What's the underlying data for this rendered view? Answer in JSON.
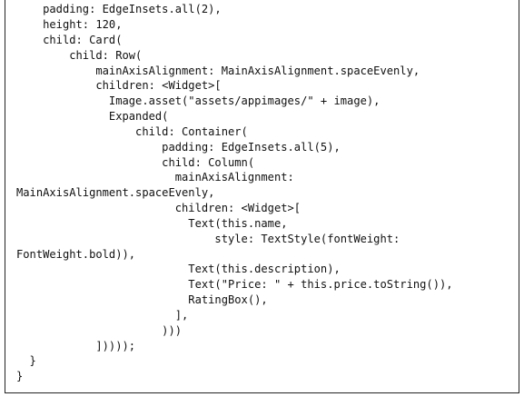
{
  "code": {
    "lines": [
      "    padding: EdgeInsets.all(2),",
      "    height: 120,",
      "    child: Card(",
      "        child: Row(",
      "            mainAxisAlignment: MainAxisAlignment.spaceEvenly,",
      "            children: <Widget>[",
      "              Image.asset(\"assets/appimages/\" + image),",
      "              Expanded(",
      "                  child: Container(",
      "                      padding: EdgeInsets.all(5),",
      "                      child: Column(",
      "                        mainAxisAlignment:",
      "MainAxisAlignment.spaceEvenly,",
      "                        children: <Widget>[",
      "                          Text(this.name,",
      "                              style: TextStyle(fontWeight:",
      "FontWeight.bold)),",
      "                          Text(this.description),",
      "                          Text(\"Price: \" + this.price.toString()),",
      "                          RatingBox(),",
      "                        ],",
      "                      )))",
      "            ]))));",
      "  }",
      "}"
    ]
  }
}
